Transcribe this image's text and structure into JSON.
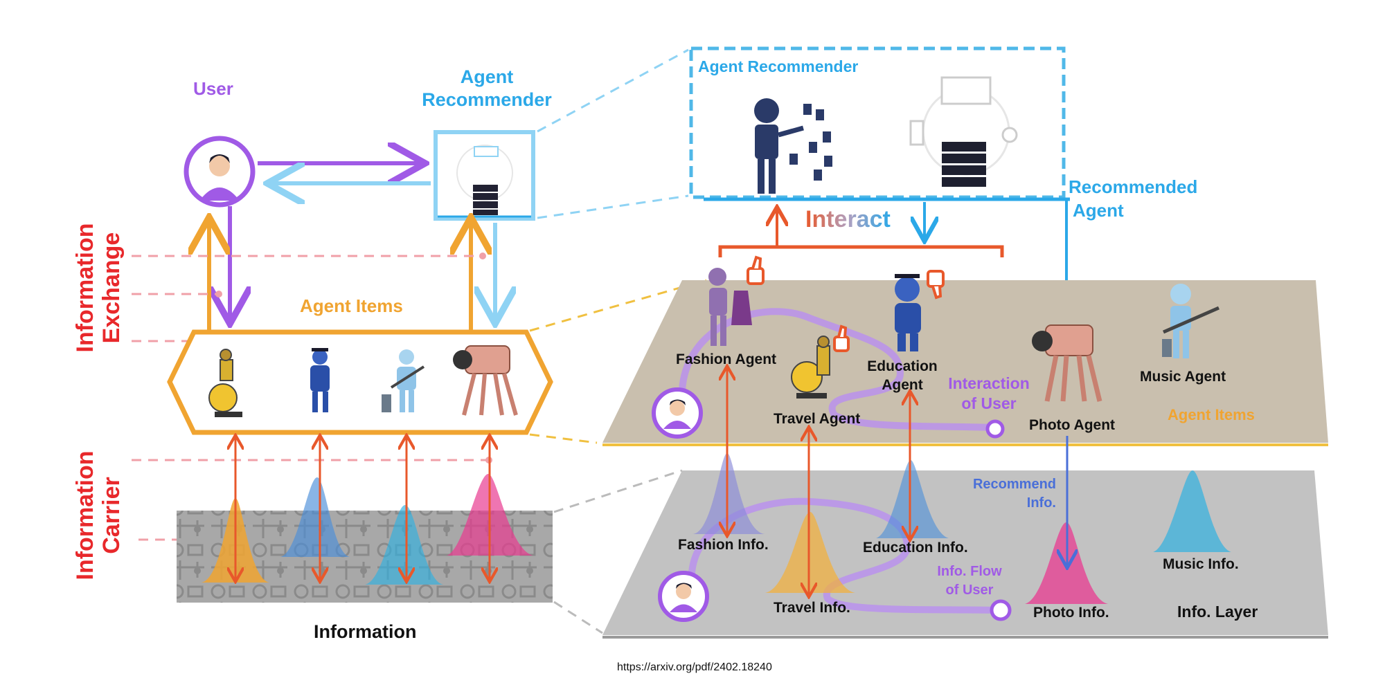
{
  "left_panel": {
    "user_label": "User",
    "agent_recommender_label_1": "Agent",
    "agent_recommender_label_2": "Recommender",
    "agent_items_label": "Agent Items",
    "information_label": "Information",
    "side_label_exchange_1": "Information",
    "side_label_exchange_2": "Exchange",
    "side_label_carrier_1": "Information",
    "side_label_carrier_2": "Carrier"
  },
  "right_panel": {
    "agent_recommender_title": "Agent Recommender",
    "interact_label": "Interact",
    "recommended_agent_1": "Recommended",
    "recommended_agent_2": "Agent",
    "agents": {
      "fashion": "Fashion Agent",
      "travel": "Travel Agent",
      "education_1": "Education",
      "education_2": "Agent",
      "photo": "Photo Agent",
      "music": "Music Agent"
    },
    "interaction_of_user_1": "Interaction",
    "interaction_of_user_2": "of User",
    "agent_items_layer_label": "Agent Items",
    "recommend_info_1": "Recommend",
    "recommend_info_2": "Info.",
    "infos": {
      "fashion": "Fashion Info.",
      "education": "Education Info.",
      "travel": "Travel Info.",
      "photo": "Photo Info.",
      "music": "Music Info."
    },
    "info_flow_1": "Info. Flow",
    "info_flow_2": "of User",
    "info_layer_label": "Info. Layer"
  },
  "source_url": "https://arxiv.org/pdf/2402.18240",
  "colors": {
    "purple": "#a05ae6",
    "light_blue": "#8fd3f4",
    "blue": "#2ba8e8",
    "orange": "#f0a431",
    "red_orange": "#e8582b",
    "red": "#e8282b",
    "pink_dash": "#f0a0a8",
    "agent_layer": "#c9bfae",
    "info_layer": "#c2c2c2"
  },
  "icons": [
    "user-avatar-icon",
    "server-icon",
    "robot-icon",
    "thumbs-up-icon",
    "thumbs-down-icon",
    "globe-icon",
    "guitar-icon",
    "camera-icon",
    "bell-curve-icon"
  ]
}
